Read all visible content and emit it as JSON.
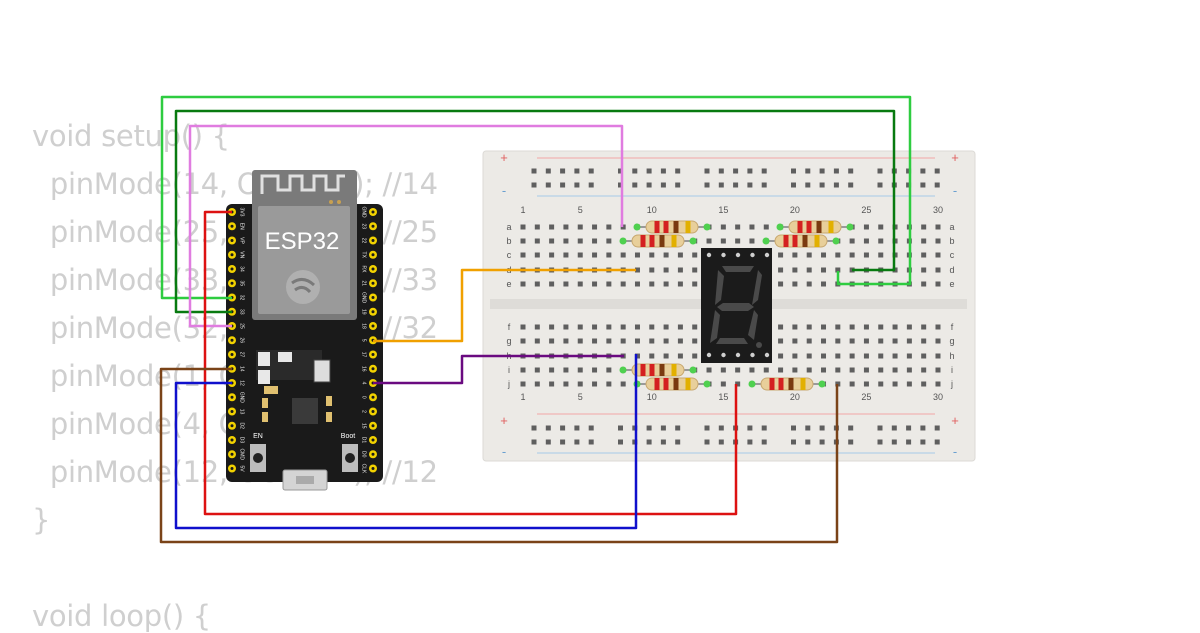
{
  "code": {
    "lines": [
      "void setup() {",
      "  pinMode(14, OUTPUT); //14",
      "  pinMode(25, OUTPUT); //25",
      "  pinMode(33, OUTPUT); //33",
      "  pinMode(32, OUTPUT); //32",
      "  pinMode(1, OUTPUT);",
      "  pinMode(4, OUTPUT);",
      "  pinMode(12, OUTPUT); //12",
      "}",
      "",
      "void loop() {"
    ]
  },
  "esp32": {
    "label": "ESP32",
    "button_en": "EN",
    "button_boot": "Boot",
    "left_pins": [
      "3V3",
      "EN",
      "VP",
      "VN",
      "34",
      "35",
      "32",
      "33",
      "25",
      "26",
      "27",
      "14",
      "12",
      "GND",
      "13",
      "D2",
      "D3",
      "CMD",
      "5V"
    ],
    "right_pins": [
      "GND",
      "23",
      "22",
      "TX",
      "RX",
      "21",
      "GND",
      "19",
      "18",
      "5",
      "17",
      "16",
      "4",
      "0",
      "2",
      "15",
      "D1",
      "D0",
      "CLK"
    ]
  },
  "breadboard": {
    "column_numbers": [
      "1",
      "5",
      "10",
      "15",
      "20",
      "25",
      "30"
    ],
    "rows_top": [
      "a",
      "b",
      "c",
      "d",
      "e"
    ],
    "rows_bottom": [
      "f",
      "g",
      "h",
      "i",
      "j"
    ],
    "plus": "+",
    "minus": "-"
  },
  "colors": {
    "wire_lightgreen": "#2ecc40",
    "wire_darkgreen": "#087a10",
    "wire_pink": "#e07ce0",
    "wire_orange": "#f0a000",
    "wire_purple": "#6a0a80",
    "wire_red": "#dd1111",
    "wire_blue": "#1010cc",
    "wire_brown": "#7a4318"
  }
}
